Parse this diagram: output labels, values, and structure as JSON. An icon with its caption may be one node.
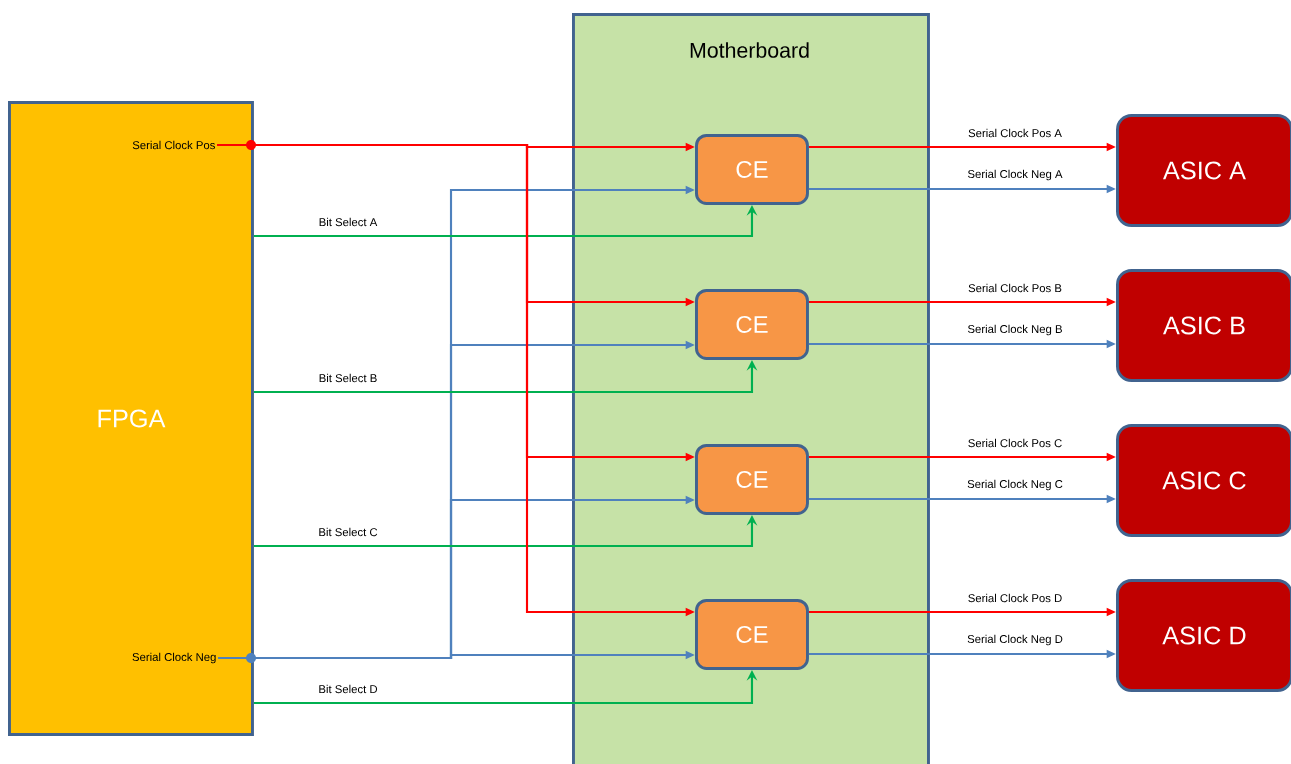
{
  "diagram": {
    "nodes": [
      {
        "text": [
          "FPGA"
        ]
      },
      {
        "text": [
          "Serial Clock Pos"
        ],
        "in": 0
      },
      {
        "text": [
          "Serial Clock Neg"
        ],
        "in": 0
      },
      {
        "text": [
          "Motherboard"
        ]
      },
      {
        "text": [
          "CE"
        ],
        "in": 3
      },
      {
        "text": [
          "CE"
        ],
        "in": 3
      },
      {
        "text": [
          "CE"
        ],
        "in": 3
      },
      {
        "text": [
          "CE"
        ],
        "in": 3
      },
      {
        "text": [
          "ASIC A"
        ]
      },
      {
        "text": [
          "ASIC B"
        ]
      },
      {
        "text": [
          "ASIC C"
        ]
      },
      {
        "text": [
          "ASIC D"
        ]
      }
    ],
    "edges": [
      {
        "from": 1,
        "to": 4,
        "arrow": "to",
        "color": "#ff0000"
      },
      {
        "from": 2,
        "to": 4,
        "arrow": "to",
        "color": "#4f81bd"
      },
      {
        "from": 0,
        "to": 4,
        "arrow": "to",
        "label": "Bit Select A",
        "color": "#00b050"
      },
      {
        "from": 4,
        "to": 8,
        "arrow": "to",
        "label": "Serial Clock Pos A",
        "color": "#ff0000"
      },
      {
        "from": 4,
        "to": 8,
        "arrow": "to",
        "label": "Serial Clock Neg A",
        "color": "#4f81bd"
      },
      {
        "from": 1,
        "to": 5,
        "arrow": "to",
        "color": "#ff0000"
      },
      {
        "from": 2,
        "to": 5,
        "arrow": "to",
        "color": "#4f81bd"
      },
      {
        "from": 0,
        "to": 5,
        "arrow": "to",
        "label": "Bit Select B",
        "color": "#00b050"
      },
      {
        "from": 5,
        "to": 9,
        "arrow": "to",
        "label": "Serial Clock Pos B",
        "color": "#ff0000"
      },
      {
        "from": 5,
        "to": 9,
        "arrow": "to",
        "label": "Serial Clock Neg B",
        "color": "#4f81bd"
      },
      {
        "from": 1,
        "to": 6,
        "arrow": "to",
        "color": "#ff0000"
      },
      {
        "from": 2,
        "to": 6,
        "arrow": "to",
        "color": "#4f81bd"
      },
      {
        "from": 0,
        "to": 6,
        "arrow": "to",
        "label": "Bit Select C",
        "color": "#00b050"
      },
      {
        "from": 6,
        "to": 10,
        "arrow": "to",
        "label": "Serial Clock Pos C",
        "color": "#ff0000"
      },
      {
        "from": 6,
        "to": 10,
        "arrow": "to",
        "label": "Serial Clock Neg C",
        "color": "#4f81bd"
      },
      {
        "from": 1,
        "to": 7,
        "arrow": "to",
        "color": "#ff0000"
      },
      {
        "from": 2,
        "to": 7,
        "arrow": "to",
        "color": "#4f81bd"
      },
      {
        "from": 0,
        "to": 7,
        "arrow": "to",
        "label": "Bit Select D",
        "color": "#00b050"
      },
      {
        "from": 7,
        "to": 11,
        "arrow": "to",
        "label": "Serial Clock Pos D",
        "color": "#ff0000"
      },
      {
        "from": 7,
        "to": 11,
        "arrow": "to",
        "label": "Serial Clock Neg D",
        "color": "#4f81bd"
      }
    ]
  }
}
